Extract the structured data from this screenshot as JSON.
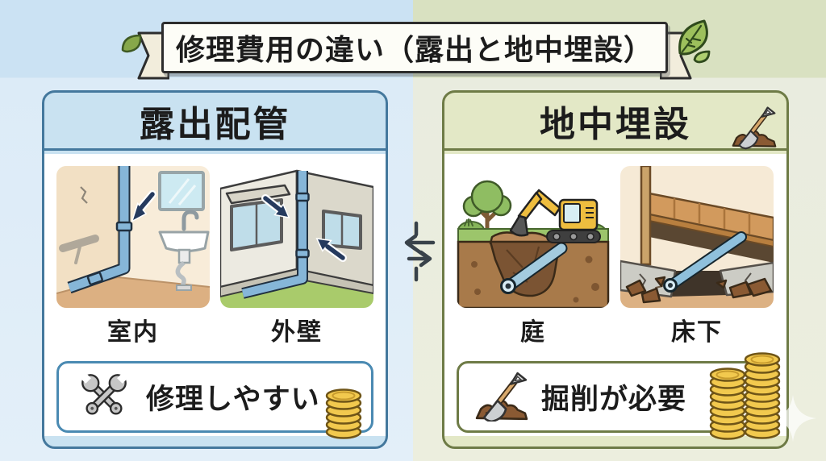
{
  "title": {
    "text": "修理費用の違い（露出と地中埋設）"
  },
  "divider": {
    "icon": "swap-arrows",
    "color": "#39424a"
  },
  "decor": {
    "leaves": "green-leaves",
    "sparkle": "sparkle-star"
  },
  "left_panel": {
    "heading": "露出配管",
    "accent": "#44789d",
    "header_bg": "#c9e2f1",
    "tiles": [
      {
        "label": "室内",
        "illustration": "indoor-sink-pipe"
      },
      {
        "label": "外壁",
        "illustration": "exterior-wall-pipe"
      }
    ],
    "callout": {
      "icon": "crossed-wrenches",
      "text": "修理しやすい"
    },
    "cost_coins": {
      "stacks": 1,
      "coins_per_stack": [
        6
      ]
    }
  },
  "right_panel": {
    "heading": "地中埋設",
    "accent": "#6e7b46",
    "header_bg": "#e3e8c6",
    "header_icon": "shovel-in-dirt",
    "tiles": [
      {
        "label": "庭",
        "illustration": "garden-excavator-dig"
      },
      {
        "label": "床下",
        "illustration": "under-floor-pipe"
      }
    ],
    "callout": {
      "icon": "shovel-in-dirt",
      "text": "掘削が必要"
    },
    "cost_coins": {
      "stacks": 2,
      "coins_per_stack": [
        9,
        11
      ]
    }
  }
}
